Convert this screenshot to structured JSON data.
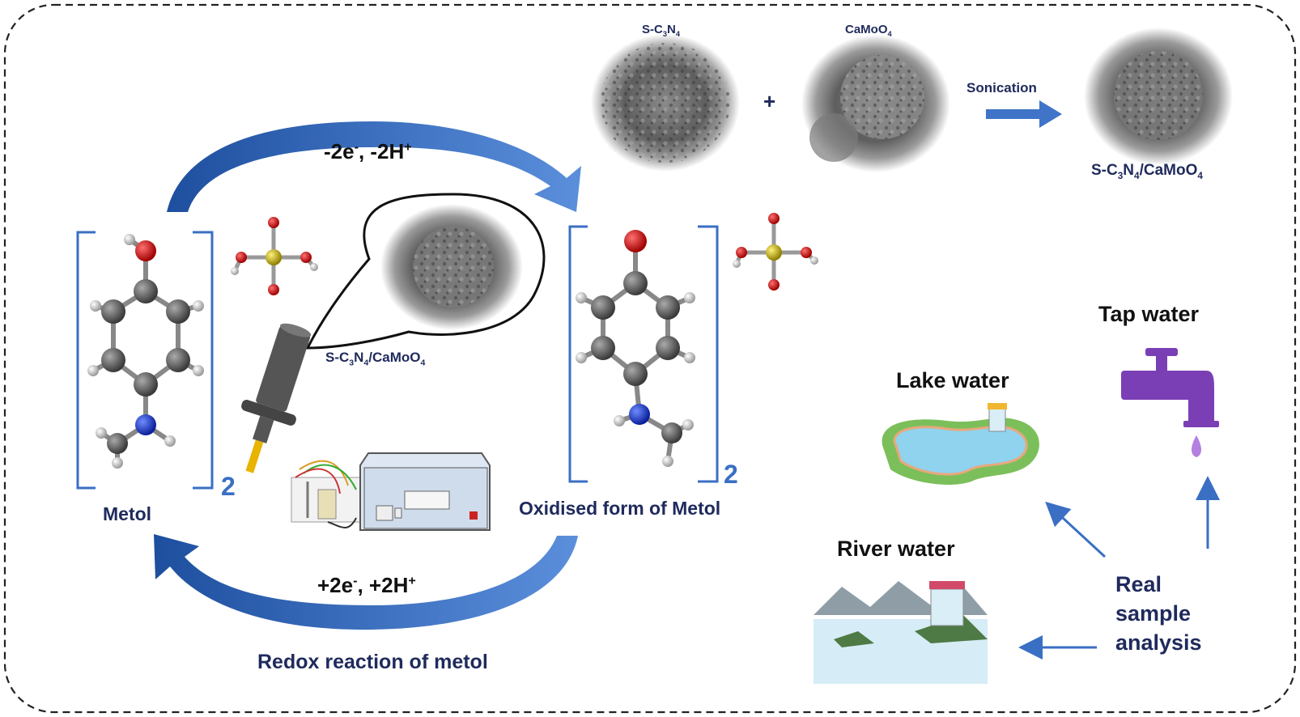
{
  "synthesis": {
    "s_c3n4": {
      "main": "S-C",
      "s1": "3",
      "mid": "N",
      "s2": "4"
    },
    "camoo4": {
      "main": "CaMoO",
      "s1": "4"
    },
    "plus": "+",
    "sonication": "Sonication",
    "composite": {
      "a": "S-C",
      "s1": "3",
      "b": "N",
      "s2": "4",
      "c": "/CaMoO",
      "s3": "4"
    }
  },
  "redox": {
    "oxidation": {
      "a": "-2e",
      "sup1": "-",
      "b": ", -2H",
      "sup2": "+"
    },
    "reduction": {
      "a": "+2e",
      "sup1": "-",
      "b": ", +2H",
      "sup2": "+"
    },
    "metol_label": "Metol",
    "oxidised_label": "Oxidised form of Metol",
    "bracket_count_left": "2",
    "bracket_count_right": "2",
    "electrode": {
      "a": "S-C",
      "s1": "3",
      "b": "N",
      "s2": "4",
      "c": "/CaMoO",
      "s3": "4"
    },
    "caption": "Redox reaction of metol"
  },
  "samples": {
    "tap": "Tap water",
    "lake": "Lake water",
    "river": "River water",
    "real_sample": [
      "Real",
      "sample",
      "analysis"
    ]
  },
  "colors": {
    "navy_text": "#1f2a5c",
    "blue_accent": "#3a6fc4",
    "arrow_blue": "#2f64b8",
    "tap_purple": "#7b3fb5",
    "oxygen": "#d21a1a",
    "nitrogen": "#1a3fd6",
    "sulfur": "#c9b400",
    "carbon": "#555555",
    "hydrogen": "#e6e6e6"
  }
}
